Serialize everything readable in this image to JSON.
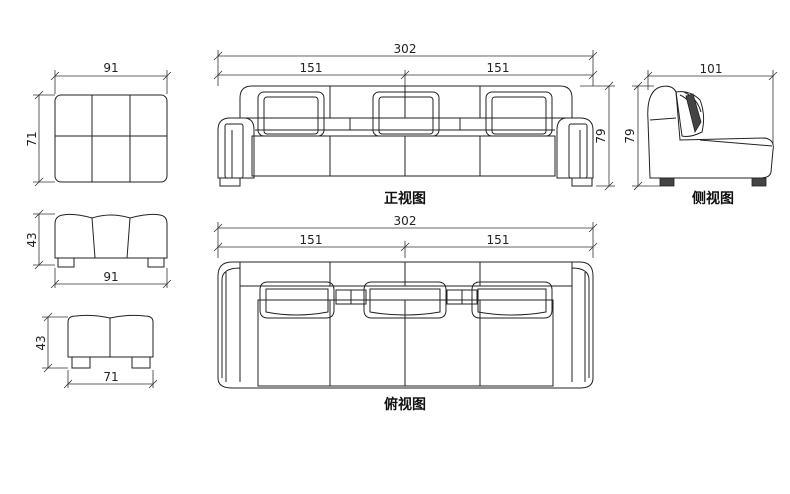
{
  "views": {
    "front": "正视图",
    "side": "侧视图",
    "top": "俯视图"
  },
  "dimensions": {
    "front_total": "302",
    "front_left_half": "151",
    "front_right_half": "151",
    "front_height": "79",
    "side_depth": "101",
    "side_height": "79",
    "top_total": "302",
    "top_left_half": "151",
    "top_right_half": "151",
    "ottoman_top_width": "91",
    "ottoman_top_depth": "71",
    "ottoman_front_height": "43",
    "ottoman_front_width": "91",
    "stool_height": "43",
    "stool_width": "71"
  }
}
